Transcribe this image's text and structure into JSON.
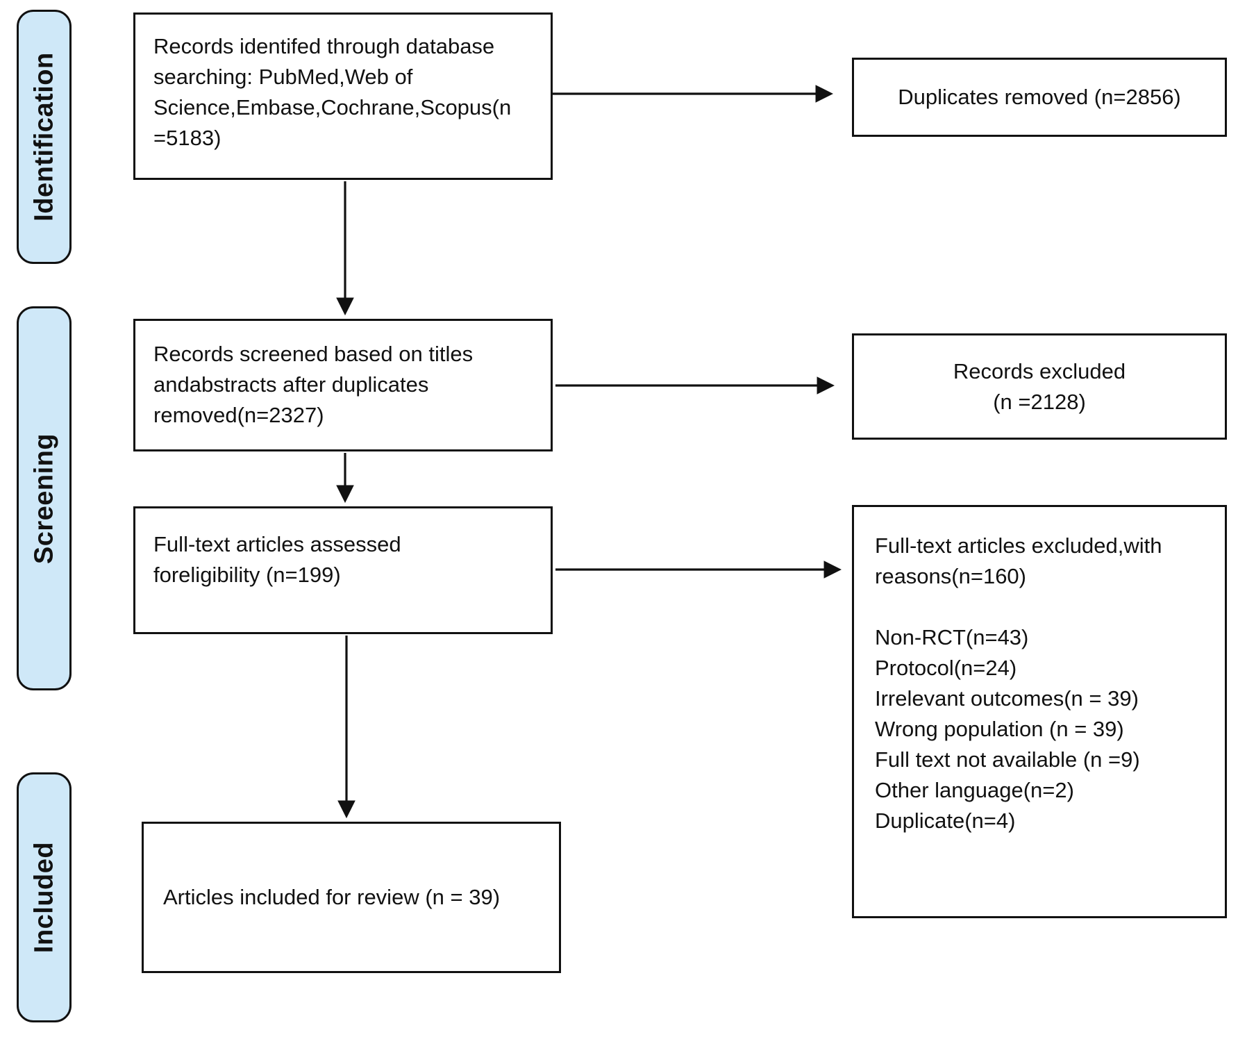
{
  "stages": [
    {
      "label": "Identification"
    },
    {
      "label": "Screening"
    },
    {
      "label": "Included"
    }
  ],
  "boxes": {
    "records_identified": {
      "lines": [
        "Records identifed through database",
        "searching: PubMed,Web of",
        "Science,Embase,Cochrane,Scopus(n",
        "=5183)"
      ]
    },
    "duplicates_removed": {
      "lines": [
        "Duplicates removed (n=2856)"
      ]
    },
    "records_screened": {
      "lines": [
        "Records screened based on titles",
        "andabstracts after duplicates",
        "removed(n=2327)"
      ]
    },
    "records_excluded": {
      "lines": [
        "Records excluded",
        "(n =2128)"
      ]
    },
    "fulltext_assessed": {
      "lines": [
        "Full-text articles assessed",
        "foreligibility (n=199)"
      ]
    },
    "fulltext_excluded": {
      "lines": [
        "Full-text articles excluded,with",
        "reasons(n=160)",
        "",
        "Non-RCT(n=43)",
        "Protocol(n=24)",
        "Irrelevant outcomes(n = 39)",
        "Wrong population (n = 39)",
        "Full text not available (n =9)",
        "Other language(n=2)",
        "Duplicate(n=4)"
      ]
    },
    "articles_included": {
      "lines": [
        "Articles included for review (n = 39)"
      ]
    }
  },
  "colors": {
    "stage_fill": "#cfe8f8",
    "box_fill": "#ffffff",
    "border": "#111111",
    "arrow": "#111111",
    "background": "#ffffff"
  }
}
